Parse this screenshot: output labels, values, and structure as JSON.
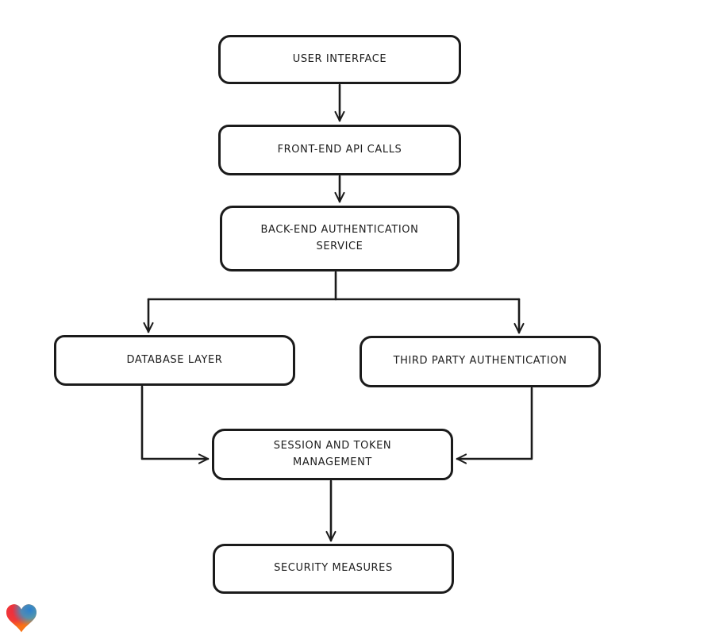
{
  "diagram": {
    "title": "",
    "nodes": [
      {
        "id": "user-interface",
        "label": "USER INTERFACE"
      },
      {
        "id": "front-end-api-calls",
        "label": "FRONT-END API CALLS"
      },
      {
        "id": "back-end-auth-service",
        "label": "BACK-END AUTHENTICATION SERVICE"
      },
      {
        "id": "database-layer",
        "label": "DATABASE LAYER"
      },
      {
        "id": "third-party-auth",
        "label": "THIRD PARTY AUTHENTICATION"
      },
      {
        "id": "session-token-management",
        "label": "SESSION AND TOKEN MANAGEMENT"
      },
      {
        "id": "security-measures",
        "label": "SECURITY MEASURES"
      }
    ],
    "edges": [
      {
        "from": "user-interface",
        "to": "front-end-api-calls"
      },
      {
        "from": "front-end-api-calls",
        "to": "back-end-auth-service"
      },
      {
        "from": "back-end-auth-service",
        "to": "database-layer"
      },
      {
        "from": "back-end-auth-service",
        "to": "third-party-auth"
      },
      {
        "from": "database-layer",
        "to": "session-token-management"
      },
      {
        "from": "third-party-auth",
        "to": "session-token-management"
      },
      {
        "from": "session-token-management",
        "to": "security-measures"
      }
    ],
    "colors": {
      "stroke": "#1b1b1b",
      "node_fill": "#ffffff",
      "background": "#ffffff"
    },
    "logo": {
      "icon": "heart-icon",
      "gradient_colors": [
        "#ee2d3e",
        "#2b7fd0",
        "#f97316"
      ]
    }
  }
}
